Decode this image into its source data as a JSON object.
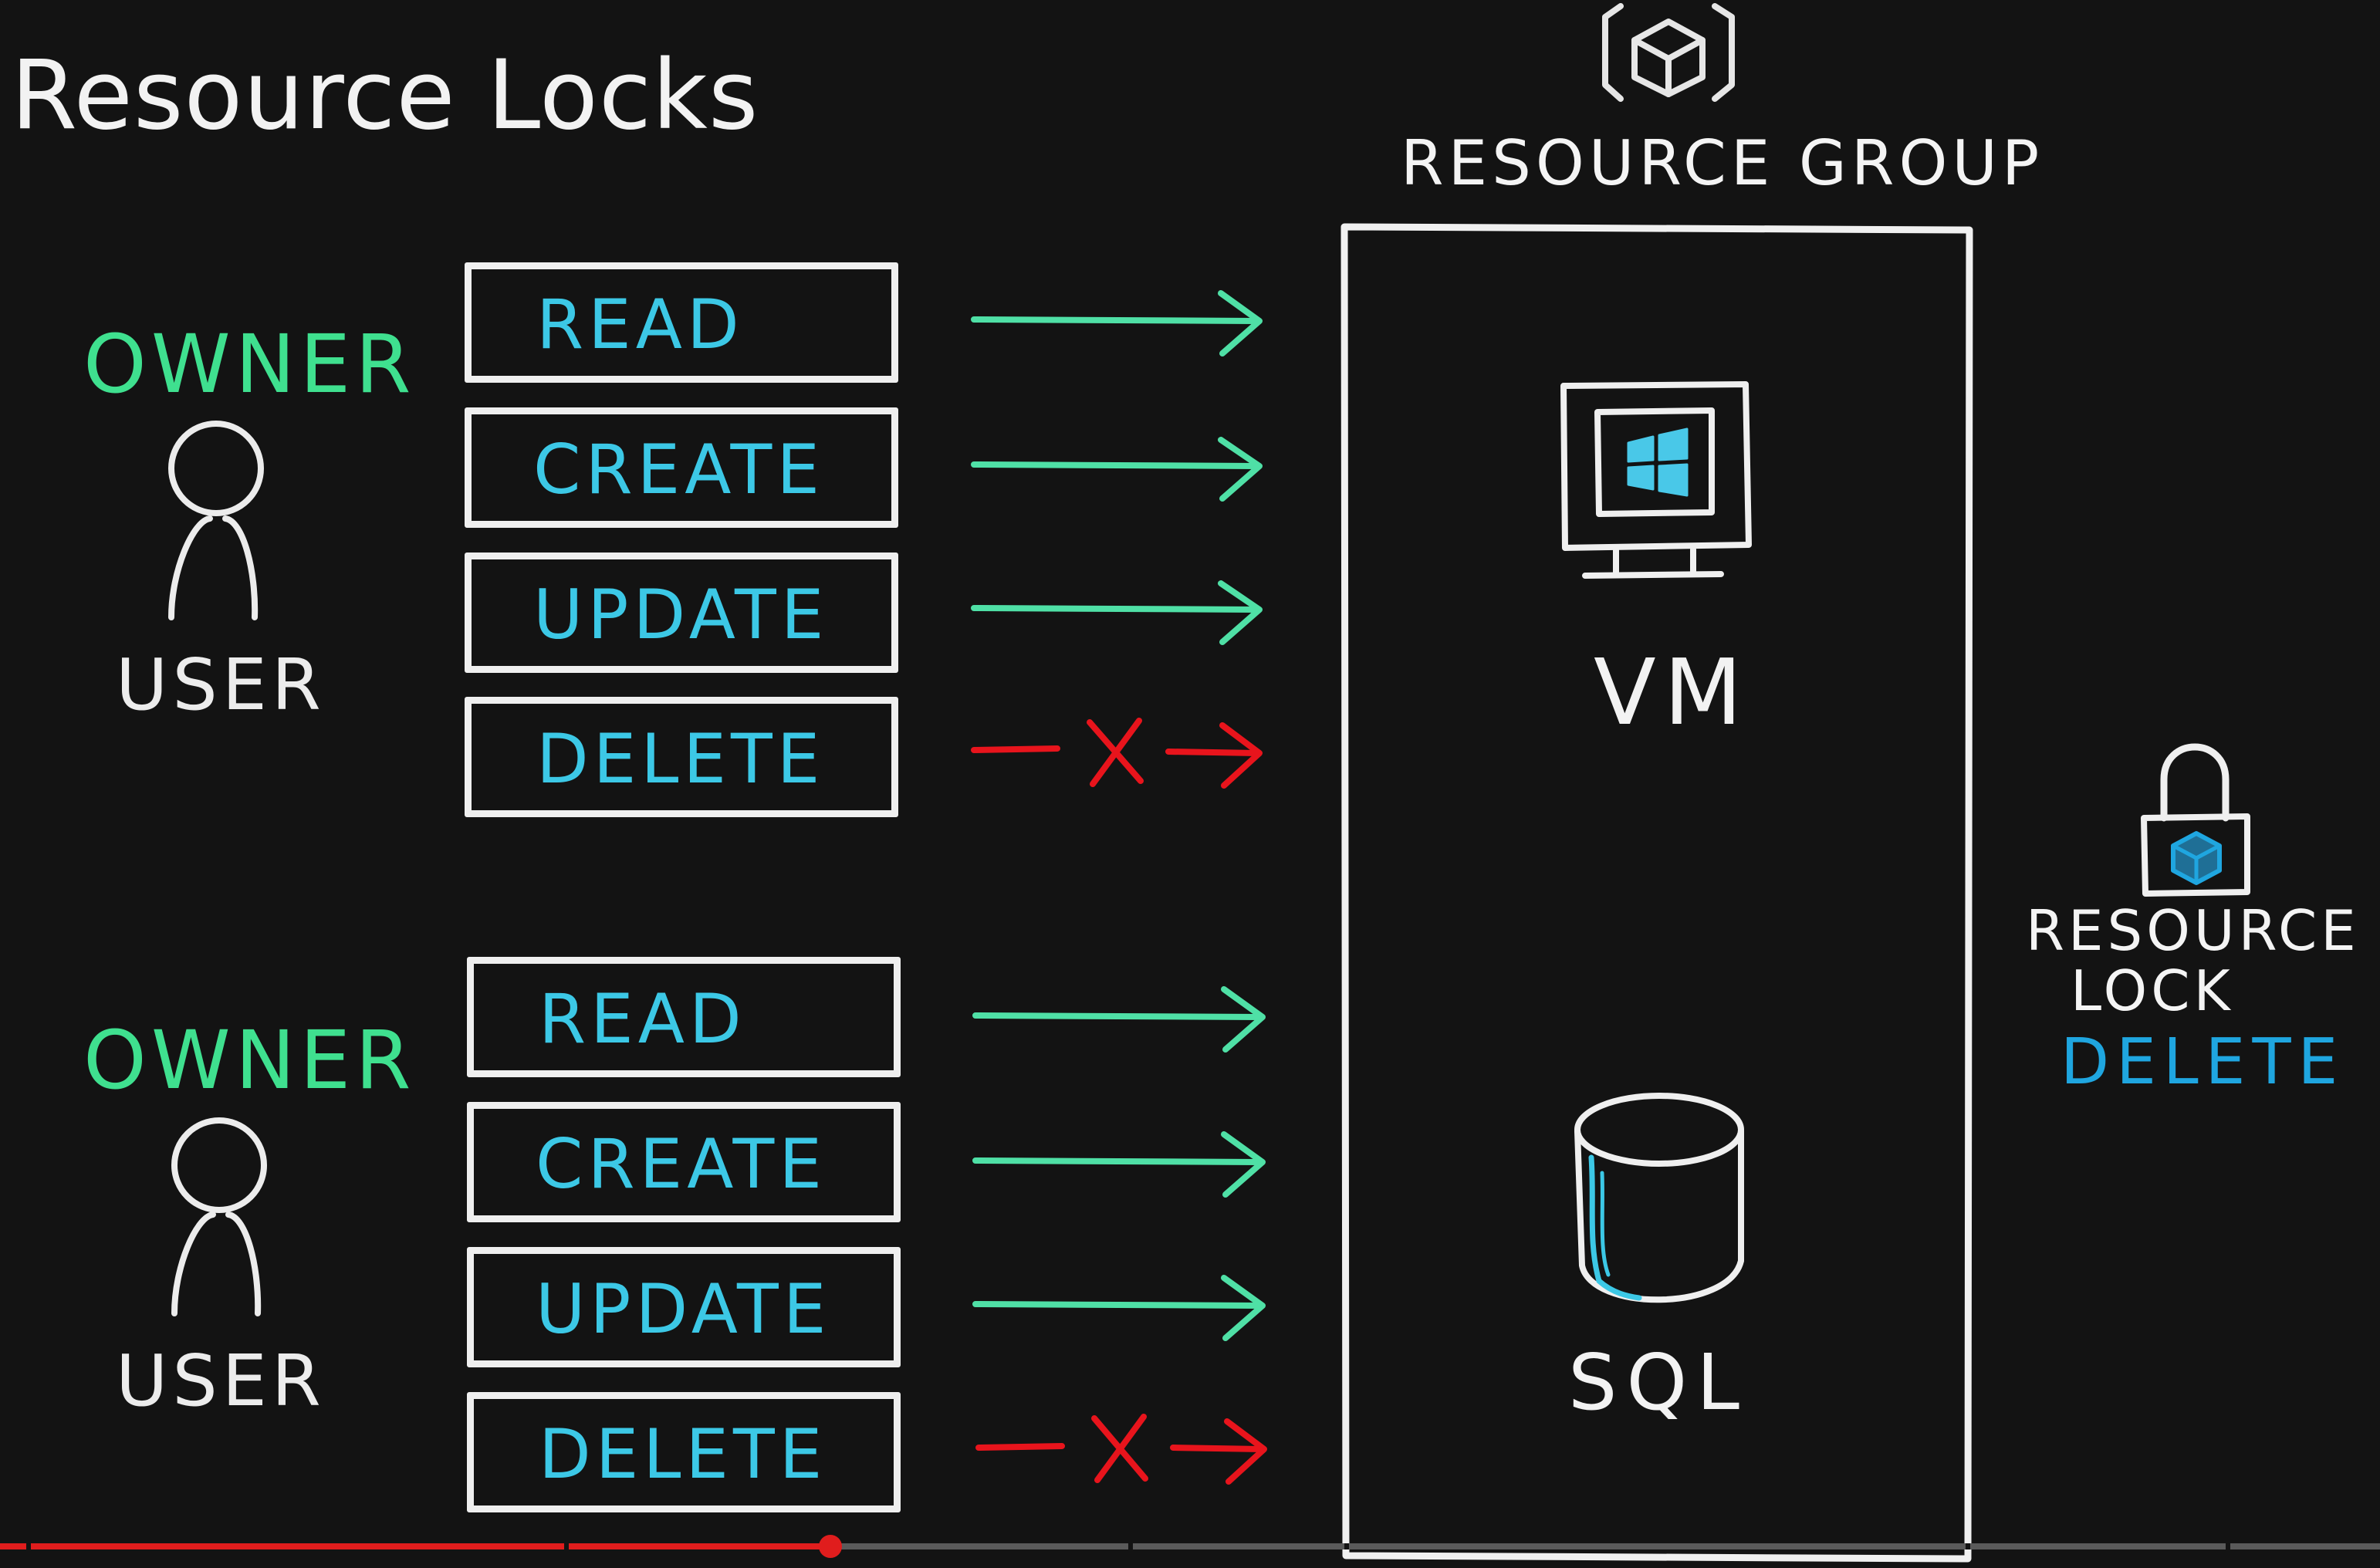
{
  "slide": {
    "title": "Resource Locks",
    "groups": [
      {
        "role": "OWNER",
        "user": "USER",
        "operations": [
          {
            "label": "READ",
            "allowed": true
          },
          {
            "label": "CREATE",
            "allowed": true
          },
          {
            "label": "UPDATE",
            "allowed": true
          },
          {
            "label": "DELETE",
            "allowed": false
          }
        ]
      },
      {
        "role": "OWNER",
        "user": "USER",
        "operations": [
          {
            "label": "READ",
            "allowed": true
          },
          {
            "label": "CREATE",
            "allowed": true
          },
          {
            "label": "UPDATE",
            "allowed": true
          },
          {
            "label": "DELETE",
            "allowed": false
          }
        ]
      }
    ],
    "resource_group": {
      "label": "RESOURCE GROUP",
      "icon": "resource-group-cube-icon",
      "resources": [
        {
          "label": "VM",
          "icon": "vm-monitor-windows-icon"
        },
        {
          "label": "SQL",
          "icon": "sql-database-icon"
        }
      ]
    },
    "lock": {
      "line1": "RESOURCE",
      "line2": "LOCK",
      "type": "DELETE",
      "icon": "padlock-icon"
    }
  },
  "player": {
    "progress_fraction": 0.349,
    "chapter_marks": [
      0.011,
      0.237,
      0.474,
      0.565,
      0.826,
      0.935
    ]
  },
  "colors": {
    "background": "#131313",
    "allowed_arrow": "#4fe0a6",
    "denied_arrow": "#e8141c",
    "role_text": "#3fe08f",
    "operation_text": "#3cc8e6",
    "lock_type_text": "#1fa6e0",
    "progress": "#e01d1d"
  }
}
